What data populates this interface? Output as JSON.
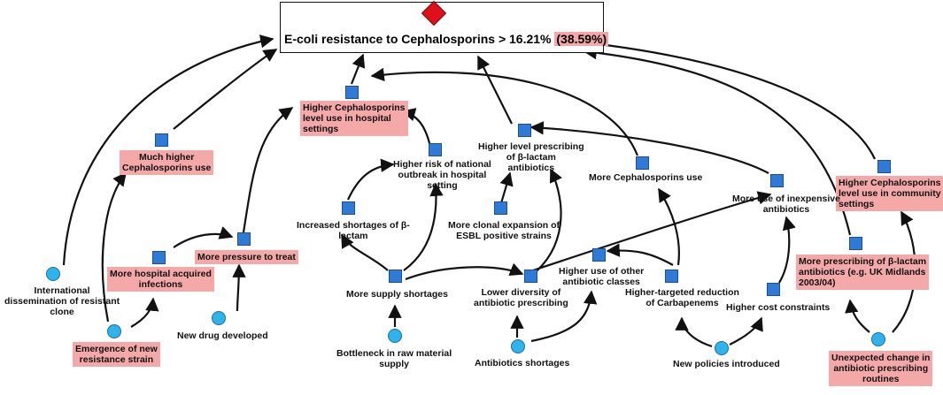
{
  "outcome": {
    "title": "E-coli resistance to Cephalosporins > 16.21%",
    "highlight": "(38.59%)"
  },
  "nodes": {
    "higher_ceph_hospital": "Higher Cephalosporins\nlevel use in hospital\nsettings",
    "much_higher_ceph": "Much higher\nCephalosporins use",
    "higher_level_prescribing": "Higher level prescribing\nof β-lactam\nantibiotics",
    "higher_risk_outbreak": "Higher risk of national\noutbreak in hospital\nsetting",
    "more_ceph_use": "More Cephalosporins use",
    "higher_ceph_community": "Higher Cephalosporins\nlevel use in community\nsettings",
    "more_inexpensive": "More use of inexpensive\nantibiotics",
    "increased_shortages": "Increased shortages of β-\nlactam",
    "more_clonal": "More clonal expansion of\nESBL positive strains",
    "more_hospital_acquired": "More hospital acquired\ninfections",
    "more_pressure": "More pressure to treat",
    "more_prescribing_uk": "More prescribing of β-lactam\nantibiotics (e.g. UK Midlands\n2003/04)",
    "international_dissemination": "International\ndissemination of resistant\nclone",
    "more_supply_shortages": "More supply shortages",
    "lower_diversity": "Lower diversity of\nantibiotic prescribing",
    "higher_use_other": "Higher use of other\nantibiotic classes",
    "higher_targeted": "Higher-targeted reduction\nof Carbapenems",
    "higher_cost": "Higher cost constraints",
    "new_drug": "New drug developed",
    "emergence": "Emergence of new\nresistance strain",
    "bottleneck": "Bottleneck in raw material\nsupply",
    "antibiotics_shortages": "Antibiotics shortages",
    "new_policies": "New policies introduced",
    "unexpected_change": "Unexpected change in\nantibiotic prescribing\nroutines"
  },
  "colors": {
    "highlight": "#f4a8a8",
    "square": "#2e7ad6",
    "circle": "#2fb3ec",
    "diamond": "#e0101a"
  }
}
